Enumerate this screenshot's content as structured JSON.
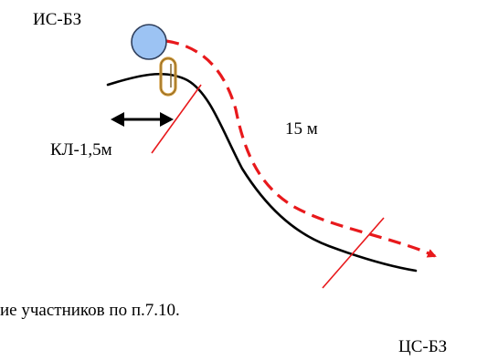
{
  "labels": {
    "start_station": "ИС-БЗ",
    "end_station": "ЦС-БЗ",
    "rope_length": "15 м",
    "lanyard": "КЛ-1,5м",
    "caption": "ие участников по п.7.10."
  },
  "colors": {
    "terrain": "#000000",
    "marker": "#e8191c",
    "route": "#e8191c",
    "anchor_fill": "#9cc3f3",
    "anchor_stroke": "#2f3f5c",
    "carabiner": "#d29b3b"
  }
}
